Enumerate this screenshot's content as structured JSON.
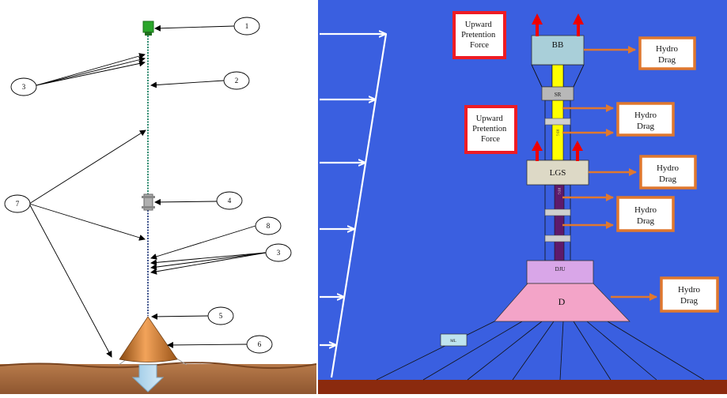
{
  "left_diagram": {
    "callouts": [
      "1",
      "2",
      "3",
      "4",
      "5",
      "6",
      "7",
      "8",
      "3"
    ]
  },
  "right_diagram": {
    "components": {
      "bb": "BB",
      "sr": "SR",
      "rtg_upper": "RTG",
      "lgs": "LGS",
      "rtg_lower": "RTG",
      "dju": "DJU",
      "d": "D",
      "ml": "ML"
    },
    "force_labels": {
      "pretention_top": [
        "Upward",
        "Pretention",
        "Force"
      ],
      "pretention_mid": [
        "Upward",
        "Pretention",
        "Force"
      ]
    },
    "drag_labels": [
      "Hydro",
      "Drag"
    ],
    "colors": {
      "sea": "#3a5fe0",
      "seabed": "#8b2a0e",
      "buoyancy_box": "#a9cfd9",
      "riser_yellow": "#ffff00",
      "riser_purple": "#5e1a6b",
      "lgs": "#ddd9c6",
      "dju": "#d9a6e8",
      "drag_border": "#e0782e",
      "pretention_border": "#ee1c24",
      "arrow_red": "#ee0000",
      "cone": "#f3a4c8"
    }
  }
}
